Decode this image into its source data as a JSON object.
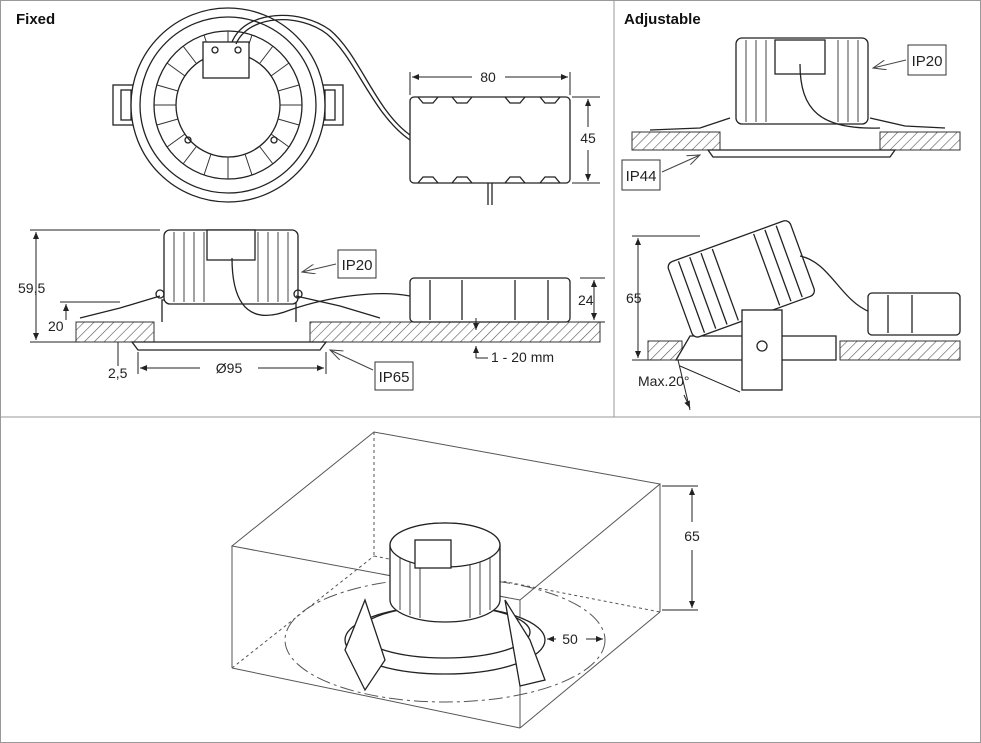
{
  "panels": {
    "fixed": {
      "title": "Fixed"
    },
    "adjustable": {
      "title": "Adjustable"
    }
  },
  "dimensions": {
    "fixed_driver_width": "80",
    "fixed_driver_height": "45",
    "fixed_total_height": "59,5",
    "fixed_below_height": "20",
    "fixed_driver_box_height": "24",
    "fixed_bezel": "2,5",
    "fixed_cutout": "Ø95",
    "fixed_ceiling_thickness": "1 - 20 mm",
    "adjustable_height": "65",
    "adjustable_tilt": "Max.20°",
    "clearance_height": "65",
    "clearance_radius": "50"
  },
  "ratings": {
    "fixed_top": "IP20",
    "fixed_bottom": "IP65",
    "adjustable_top": "IP20",
    "adjustable_bottom": "IP44"
  }
}
